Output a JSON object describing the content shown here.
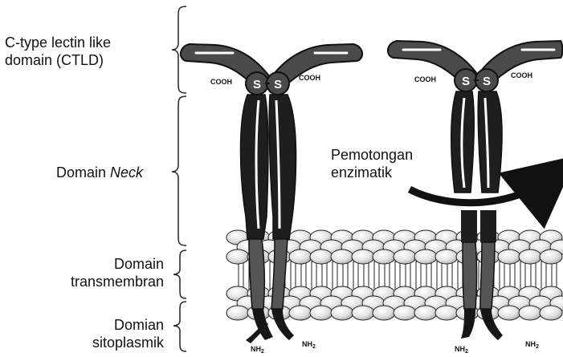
{
  "labels": {
    "ctld_line1": "C-type lectin like",
    "ctld_line2": "domain (CTLD)",
    "neck_prefix": "Domain ",
    "neck_italic": "Neck",
    "trans_line1": "Domain",
    "trans_line2": "transmembran",
    "cyto_line1": "Domian",
    "cyto_line2": "sitoplasmik",
    "cleave_line1": "Pemotongan",
    "cleave_line2": "enzimatik"
  },
  "chem": {
    "cooh": "COOH",
    "sulfur": "S",
    "nh2": "NH",
    "nh2_sub": "2"
  },
  "colors": {
    "ctld": "#4a4a4a",
    "neck": "#1e1e1e",
    "transmembrane": "#555555",
    "cytoplasmic": "#161616",
    "lipid_head": "#dcdcdc",
    "lipid_outline": "#222222"
  }
}
